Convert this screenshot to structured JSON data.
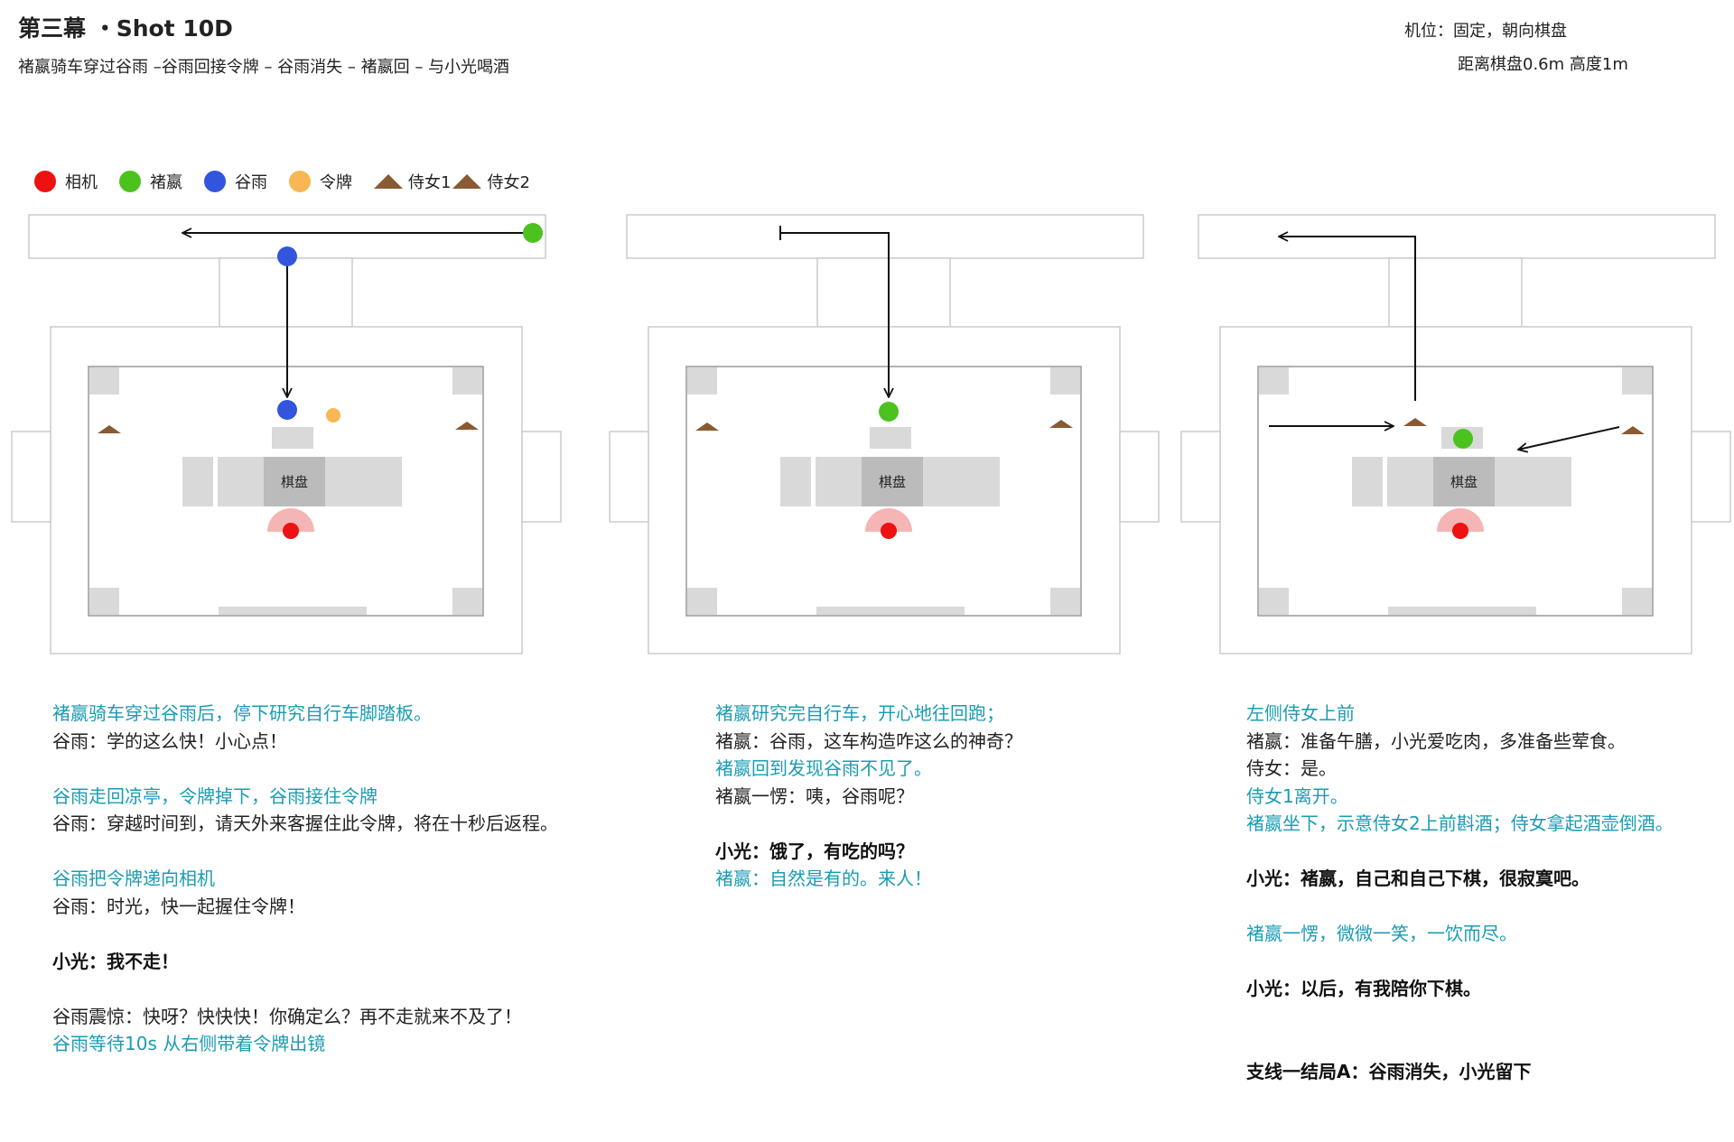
{
  "header": {
    "title": "第三幕 ・Shot 10D",
    "subtitle": "褚嬴骑车穿过谷雨 –谷雨回接令牌 – 谷雨消失 – 褚嬴回 – 与小光喝酒",
    "camera_position": "机位：固定，朝向棋盘",
    "camera_distance": "距离棋盘0.6m 高度1m"
  },
  "legend": [
    {
      "label": "相机",
      "color": "#ee1111"
    },
    {
      "label": "褚嬴",
      "color": "#4cc21f"
    },
    {
      "label": "谷雨",
      "color": "#3355dd"
    },
    {
      "label": "令牌",
      "color": "#f7b755"
    },
    {
      "label": "侍女1",
      "color": "#8a5a32"
    },
    {
      "label": "侍女2",
      "color": "#8a5a32"
    }
  ],
  "board_label": "棋盘",
  "colors": {
    "teal_text": "#1a9cb3",
    "room_outline": "#cccccc",
    "furniture": "#d9d9d9",
    "board": "#bbbbbb",
    "camera_fan": "#f5b5b5"
  },
  "panels": [
    {
      "lines": [
        {
          "text": "褚嬴骑车穿过谷雨后，停下研究自行车脚踏板。",
          "style": "teal"
        },
        {
          "text": "谷雨：学的这么快！小心点！",
          "style": "black"
        },
        {
          "text": "",
          "style": "blank"
        },
        {
          "text": "谷雨走回凉亭，令牌掉下，谷雨接住令牌",
          "style": "teal"
        },
        {
          "text": "谷雨：穿越时间到，请天外来客握住此令牌，将在十秒后返程。",
          "style": "black"
        },
        {
          "text": "",
          "style": "blank"
        },
        {
          "text": "谷雨把令牌递向相机",
          "style": "teal"
        },
        {
          "text": "谷雨：时光，快一起握住令牌！",
          "style": "black"
        },
        {
          "text": "",
          "style": "blank"
        },
        {
          "text": "小光：我不走！",
          "style": "bold"
        },
        {
          "text": "",
          "style": "blank"
        },
        {
          "text": "谷雨震惊：快呀？快快快！你确定么？再不走就来不及了！",
          "style": "black"
        },
        {
          "text": "谷雨等待10s 从右侧带着令牌出镜",
          "style": "teal"
        }
      ]
    },
    {
      "lines": [
        {
          "text": "褚嬴研究完自行车，开心地往回跑；",
          "style": "teal"
        },
        {
          "text": "褚嬴：谷雨，这车构造咋这么的神奇？",
          "style": "black"
        },
        {
          "text": "褚嬴回到发现谷雨不见了。",
          "style": "teal"
        },
        {
          "text": "褚嬴一愣：咦，谷雨呢？",
          "style": "black"
        },
        {
          "text": "",
          "style": "blank"
        },
        {
          "text": "小光：饿了，有吃的吗？",
          "style": "bold"
        },
        {
          "text": "褚嬴：自然是有的。来人！",
          "style": "teal"
        }
      ]
    },
    {
      "lines": [
        {
          "text": "左侧侍女上前",
          "style": "teal"
        },
        {
          "text": "褚嬴：准备午膳，小光爱吃肉，多准备些荤食。",
          "style": "black"
        },
        {
          "text": "侍女：是。",
          "style": "black"
        },
        {
          "text": "侍女1离开。",
          "style": "teal"
        },
        {
          "text": "褚嬴坐下，示意侍女2上前斟酒；侍女拿起酒壶倒酒。",
          "style": "teal"
        },
        {
          "text": "",
          "style": "blank"
        },
        {
          "text": "小光：褚嬴，自己和自己下棋，很寂寞吧。",
          "style": "bold"
        },
        {
          "text": "",
          "style": "blank"
        },
        {
          "text": "褚嬴一愣，微微一笑，一饮而尽。",
          "style": "teal"
        },
        {
          "text": "",
          "style": "blank"
        },
        {
          "text": "小光：以后，有我陪你下棋。",
          "style": "bold"
        },
        {
          "text": "",
          "style": "blank"
        },
        {
          "text": "",
          "style": "blank"
        },
        {
          "text": "支线一结局A：谷雨消失，小光留下",
          "style": "bold"
        }
      ]
    }
  ]
}
